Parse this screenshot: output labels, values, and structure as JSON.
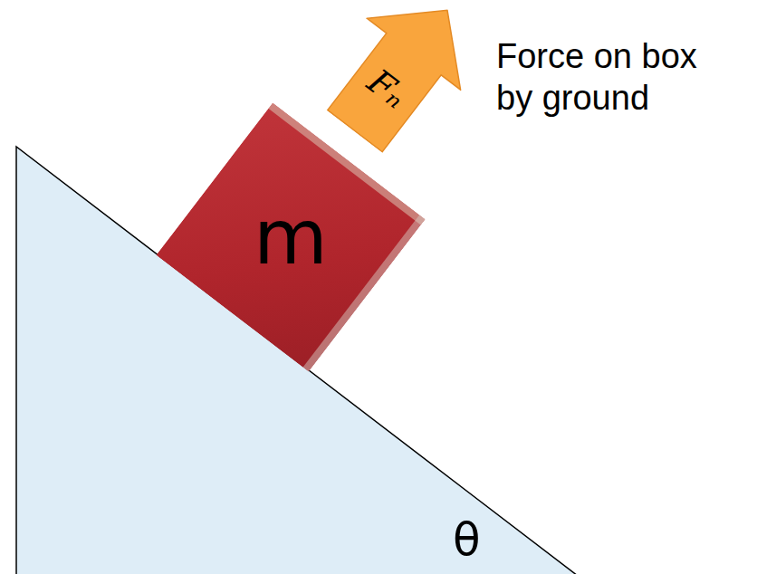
{
  "diagram": {
    "nodes": [
      {
        "text": [
          "m"
        ]
      },
      {
        "text": [
          "Fₙ"
        ]
      }
    ],
    "labels": [
      "Force on box by ground",
      "θ"
    ]
  }
}
